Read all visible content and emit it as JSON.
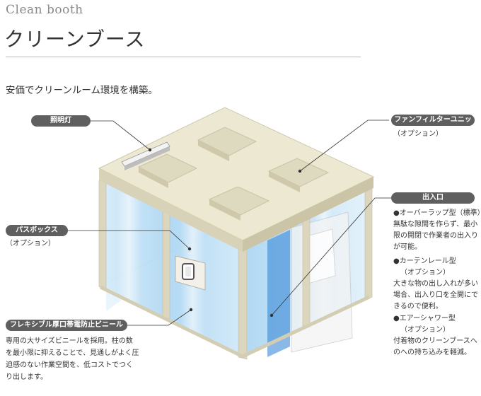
{
  "header": {
    "subtitle_en": "Clean booth",
    "title_jp": "クリーンブース"
  },
  "lead": "安価でクリーンルーム環境を構築。",
  "labels": {
    "lighting": "照明灯",
    "ffu": "ファンフィルターユニット",
    "ffu_note": "（オプション）",
    "passbox": "パスボックス",
    "passbox_note": "（オプション）",
    "entrance": "出入口",
    "vinyl": "フレキシブル厚口帯電防止ビニール"
  },
  "vinyl_desc": [
    "専用の大サイズビニールを採用。柱の数",
    "を最小限に抑えることで、見通しがよく圧",
    "迫感のない作業空間を、低コストでつく",
    "り出します。"
  ],
  "entrance_items": [
    {
      "title": "●オーバーラップ型（標準）",
      "desc": [
        "無駄な隙間を作らず、最小",
        "限の開閉で作業者の出入り",
        "が可能。"
      ]
    },
    {
      "title": "●カーテンレール型",
      "sub": "（オプション）",
      "desc": [
        "大きな物の出し入れが多い",
        "場合、出入り口を全開にで",
        "きるので便利。"
      ]
    },
    {
      "title": "●エアーシャワー型",
      "sub": "（オプション）",
      "desc": [
        "付着物のクリーンブースへ",
        "のへの持ち込みを軽減。"
      ]
    }
  ],
  "colors": {
    "pill": "#5f5f5f",
    "frame": "#ddd8c0",
    "roof_top": "#ece8d2",
    "vinyl": "#bfe0f5"
  }
}
